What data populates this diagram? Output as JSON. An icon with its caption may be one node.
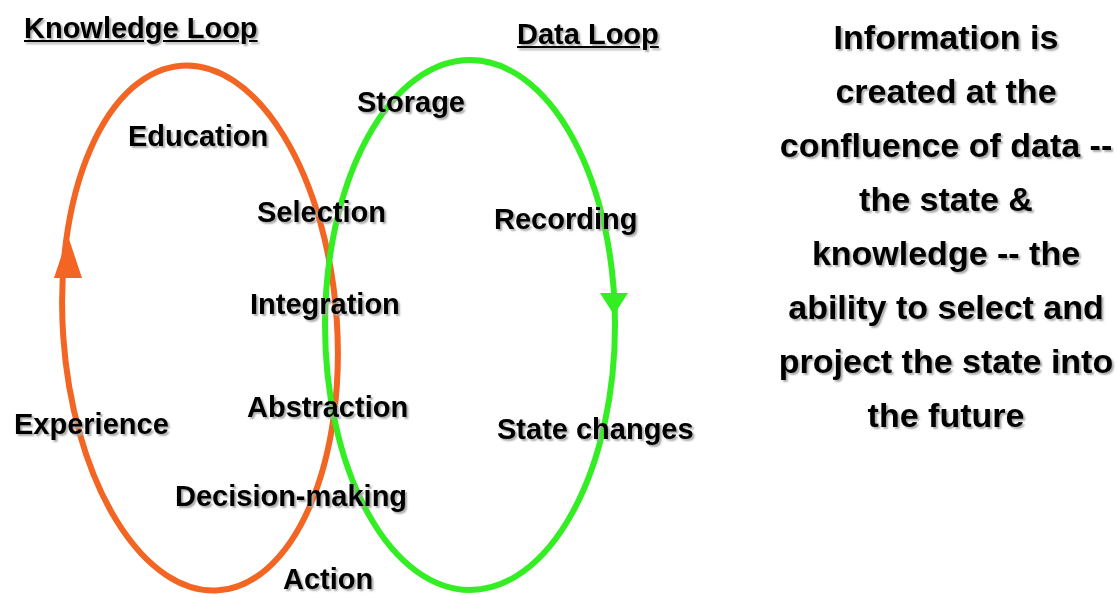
{
  "diagram": {
    "nodes": [
      {
        "text": [
          "Knowledge Loop"
        ]
      },
      {
        "text": [
          "Data Loop"
        ]
      }
    ],
    "labels": [
      "Storage",
      "Education",
      "Selection",
      "Recording",
      "Integration",
      "Experience",
      "Abstraction",
      "State changes",
      "Decision-making",
      "Action",
      "Information is created at the confluence of data -- the state & knowledge -- the ability to select and project the state into the future"
    ]
  }
}
